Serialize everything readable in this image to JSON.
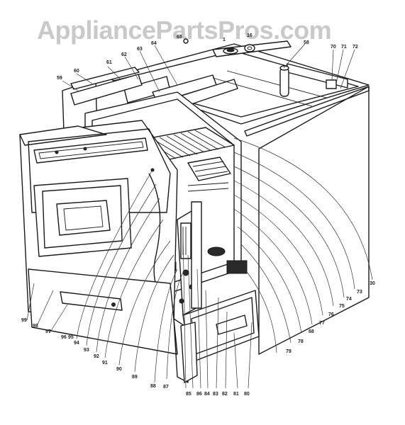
{
  "watermark": "AppliancePartsPros.com",
  "callouts": [
    {
      "id": "c58",
      "text": "58"
    },
    {
      "id": "c59",
      "text": "59"
    },
    {
      "id": "c60",
      "text": "60"
    },
    {
      "id": "c61",
      "text": "61"
    },
    {
      "id": "c62",
      "text": "62"
    },
    {
      "id": "c63",
      "text": "63"
    },
    {
      "id": "c64",
      "text": "64"
    },
    {
      "id": "c65",
      "text": "65"
    },
    {
      "id": "c1",
      "text": "1"
    },
    {
      "id": "c16",
      "text": "16"
    },
    {
      "id": "c70",
      "text": "70"
    },
    {
      "id": "c71",
      "text": "71"
    },
    {
      "id": "c72",
      "text": "72"
    },
    {
      "id": "c30",
      "text": "30"
    },
    {
      "id": "c73",
      "text": "73"
    },
    {
      "id": "c74",
      "text": "74"
    },
    {
      "id": "c75",
      "text": "75"
    },
    {
      "id": "c76",
      "text": "76"
    },
    {
      "id": "c77",
      "text": "77"
    },
    {
      "id": "c68",
      "text": "68"
    },
    {
      "id": "c78",
      "text": "78"
    },
    {
      "id": "c79",
      "text": "79"
    },
    {
      "id": "c80",
      "text": "80"
    },
    {
      "id": "c81",
      "text": "81"
    },
    {
      "id": "c82",
      "text": "82"
    },
    {
      "id": "c83",
      "text": "83"
    },
    {
      "id": "c84",
      "text": "84"
    },
    {
      "id": "c86",
      "text": "86"
    },
    {
      "id": "c85",
      "text": "85"
    },
    {
      "id": "c87",
      "text": "87"
    },
    {
      "id": "c88",
      "text": "88"
    },
    {
      "id": "c89",
      "text": "89"
    },
    {
      "id": "c90",
      "text": "90"
    },
    {
      "id": "c91",
      "text": "91"
    },
    {
      "id": "c92",
      "text": "92"
    },
    {
      "id": "c93",
      "text": "93"
    },
    {
      "id": "c94",
      "text": "94"
    },
    {
      "id": "c95",
      "text": "95"
    },
    {
      "id": "c96",
      "text": "96"
    },
    {
      "id": "c97",
      "text": "97"
    },
    {
      "id": "c98",
      "text": "98"
    },
    {
      "id": "c99",
      "text": "99"
    }
  ]
}
